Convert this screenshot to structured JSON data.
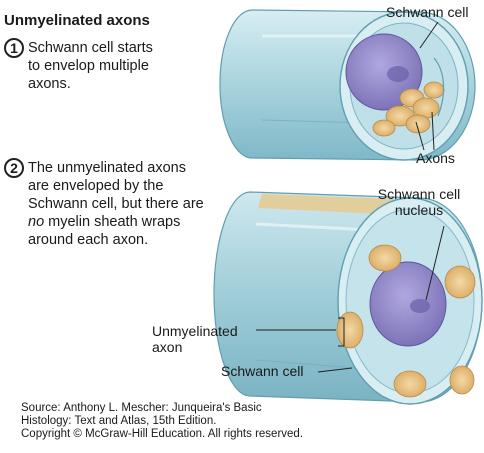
{
  "title": "Unmyelinated axons",
  "steps": [
    {
      "number": "1",
      "lines": [
        "Schwann cell starts",
        "to envelop multiple",
        "axons."
      ]
    },
    {
      "number": "2",
      "lines_plain": [
        "The unmyelinated axons",
        "are enveloped by the",
        "Schwann cell, but there are"
      ],
      "line4_em": "no",
      "line4_rest": " myelin sheath wraps",
      "line5": "around each axon."
    }
  ],
  "labels": {
    "schwann_cell_top": "Schwann cell",
    "axons": "Axons",
    "schwann_nucleus_l1": "Schwann cell",
    "schwann_nucleus_l2": "nucleus",
    "unmyelinated_l1": "Unmyelinated",
    "unmyelinated_l2": "axon",
    "schwann_cell_bottom": "Schwann cell"
  },
  "source": [
    "Source: Anthony L. Mescher: Junqueira's Basic",
    "Histology: Text and Atlas, 15th Edition.",
    "Copyright © McGraw-Hill Education. All rights reserved."
  ],
  "colors": {
    "cylinder_body": "#a9d3dd",
    "cylinder_face": "#d9eef2",
    "cylinder_edge": "#5f9fb0",
    "nucleus": "#8f86c6",
    "axon": "#e6bf80"
  }
}
